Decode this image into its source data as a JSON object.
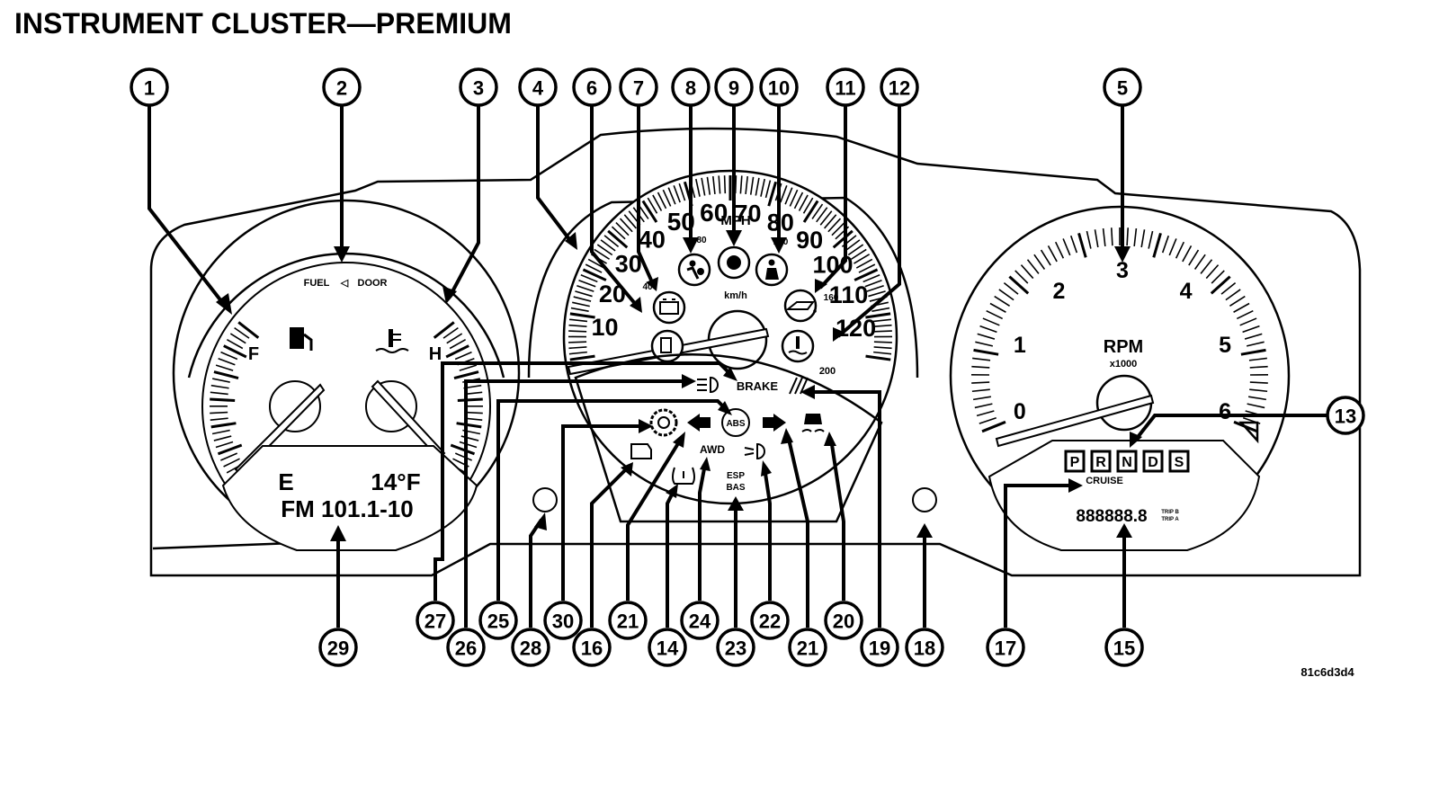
{
  "title": "INSTRUMENT CLUSTER—PREMIUM",
  "figure_code": "81c6d3d4",
  "left_gauge": {
    "top_label_fuel": "FUEL",
    "top_label_arrow": "◁",
    "top_label_door": "DOOR",
    "fuel_full": "F",
    "temp_hot": "H",
    "display_line1_left": "E",
    "display_line1_right": "14°F",
    "display_line2": "FM 101.1-10"
  },
  "speedometer": {
    "mph_numbers": [
      "10",
      "20",
      "30",
      "40",
      "50",
      "60",
      "70",
      "80",
      "90",
      "100",
      "110",
      "120"
    ],
    "unit_mph": "MPH",
    "unit_kmh": "km/h",
    "kmh_samples": [
      "40",
      "80",
      "120",
      "160",
      "200"
    ]
  },
  "tachometer": {
    "numbers": [
      "0",
      "1",
      "2",
      "3",
      "4",
      "5",
      "6"
    ],
    "unit": "RPM",
    "multiplier": "x1000",
    "prnds": [
      "P",
      "R",
      "N",
      "D",
      "S"
    ],
    "cruise": "CRUISE",
    "odometer": "888888.8",
    "trip_a": "TRIP B",
    "trip_b": "TRIP A"
  },
  "telltales": {
    "brake": "BRAKE",
    "abs": "ABS",
    "awd": "AWD",
    "esp": "ESP",
    "bas": "BAS"
  },
  "callouts": [
    "1",
    "2",
    "3",
    "4",
    "6",
    "7",
    "8",
    "9",
    "10",
    "11",
    "12",
    "5",
    "13",
    "29",
    "27",
    "26",
    "25",
    "28",
    "30",
    "16",
    "21",
    "14",
    "24",
    "23",
    "22",
    "21",
    "20",
    "19",
    "18",
    "17",
    "15"
  ]
}
